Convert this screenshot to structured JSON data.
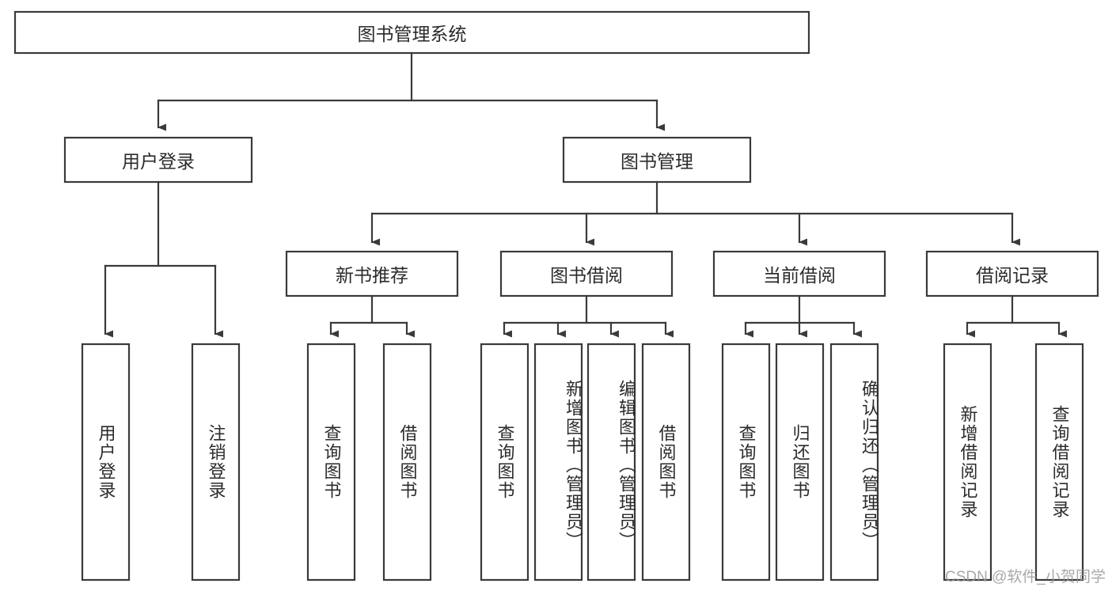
{
  "diagram": {
    "type": "tree-hierarchy-chart",
    "title": "图书管理系统",
    "orientation": "top-down",
    "colors": {
      "box_stroke": "#3a3a3a",
      "box_fill": "#ffffff",
      "text": "#2b2b2b",
      "background": "#ffffff",
      "watermark": "#9a9a9a"
    },
    "root": {
      "label": "图书管理系统"
    },
    "level1": [
      {
        "label": "用户登录"
      },
      {
        "label": "图书管理"
      }
    ],
    "level2": [
      {
        "label": "新书推荐"
      },
      {
        "label": "图书借阅"
      },
      {
        "label": "当前借阅"
      },
      {
        "label": "借阅记录"
      }
    ],
    "leaves": {
      "user_login": [
        {
          "label": "用户登录"
        },
        {
          "label": "注销登录"
        }
      ],
      "new_book_recommend": [
        {
          "label": "查询图书"
        },
        {
          "label": "借阅图书"
        }
      ],
      "book_borrow": [
        {
          "label": "查询图书"
        },
        {
          "label": "新增图书（管理员）"
        },
        {
          "label": "编辑图书（管理员）"
        },
        {
          "label": "借阅图书"
        }
      ],
      "current_borrow": [
        {
          "label": "查询图书"
        },
        {
          "label": "归还图书"
        },
        {
          "label": "确认归还（管理员）"
        }
      ],
      "borrow_record": [
        {
          "label": "新增借阅记录"
        },
        {
          "label": "查询借阅记录"
        }
      ]
    }
  },
  "watermark": {
    "text": "CSDN @软件_小贺同学"
  }
}
